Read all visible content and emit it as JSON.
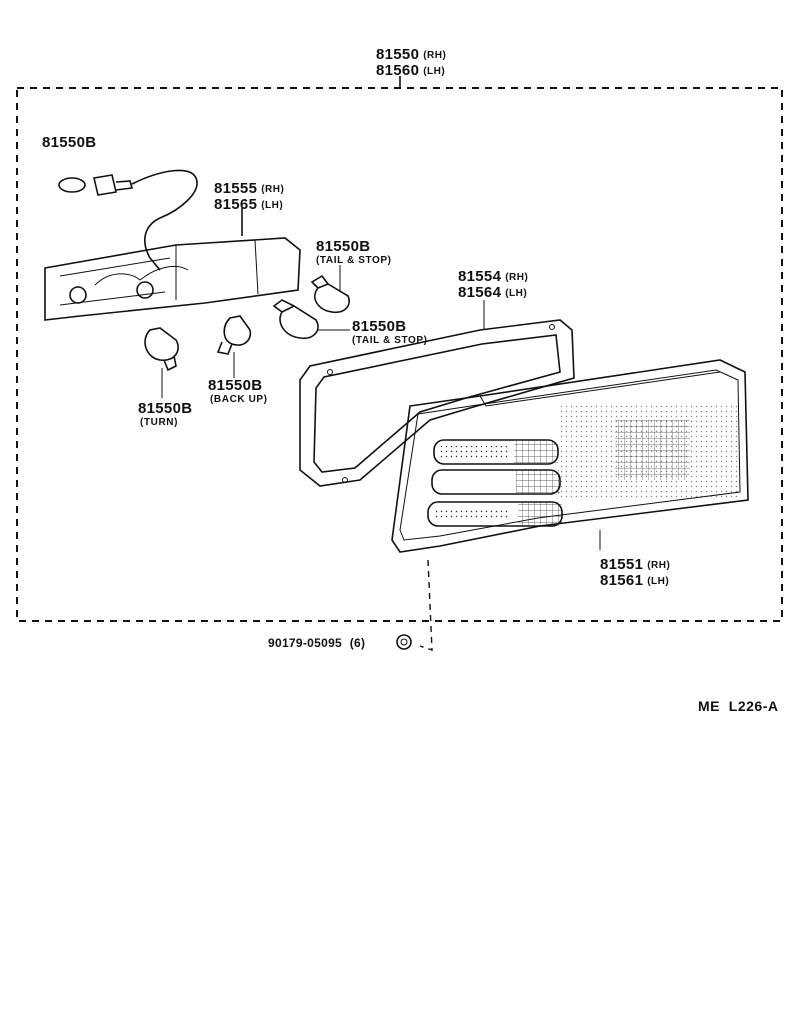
{
  "assembly": {
    "pn_rh": "81550",
    "side_rh": "(RH)",
    "pn_lh": "81560",
    "side_lh": "(LH)"
  },
  "socket_wire": {
    "pn": "81550B"
  },
  "housing": {
    "pn_rh": "81555",
    "side_rh": "(RH)",
    "pn_lh": "81565",
    "side_lh": "(LH)"
  },
  "bulb_tail_upper": {
    "pn": "81550B",
    "desc": "(TAIL & STOP)"
  },
  "bulb_tail_lower": {
    "pn": "81550B",
    "desc": "(TAIL & STOP)"
  },
  "gasket": {
    "pn_rh": "81554",
    "side_rh": "(RH)",
    "pn_lh": "81564",
    "side_lh": "(LH)"
  },
  "bulb_back_up": {
    "pn": "81550B",
    "desc": "(BACK UP)"
  },
  "bulb_turn": {
    "pn": "81550B",
    "desc": "(TURN)"
  },
  "lens": {
    "pn_rh": "81551",
    "side_rh": "(RH)",
    "pn_lh": "81561",
    "side_lh": "(LH)"
  },
  "fastener": {
    "pn": "90179-05095",
    "qty": "(6)"
  },
  "diagram_code": "ME  L226-A"
}
